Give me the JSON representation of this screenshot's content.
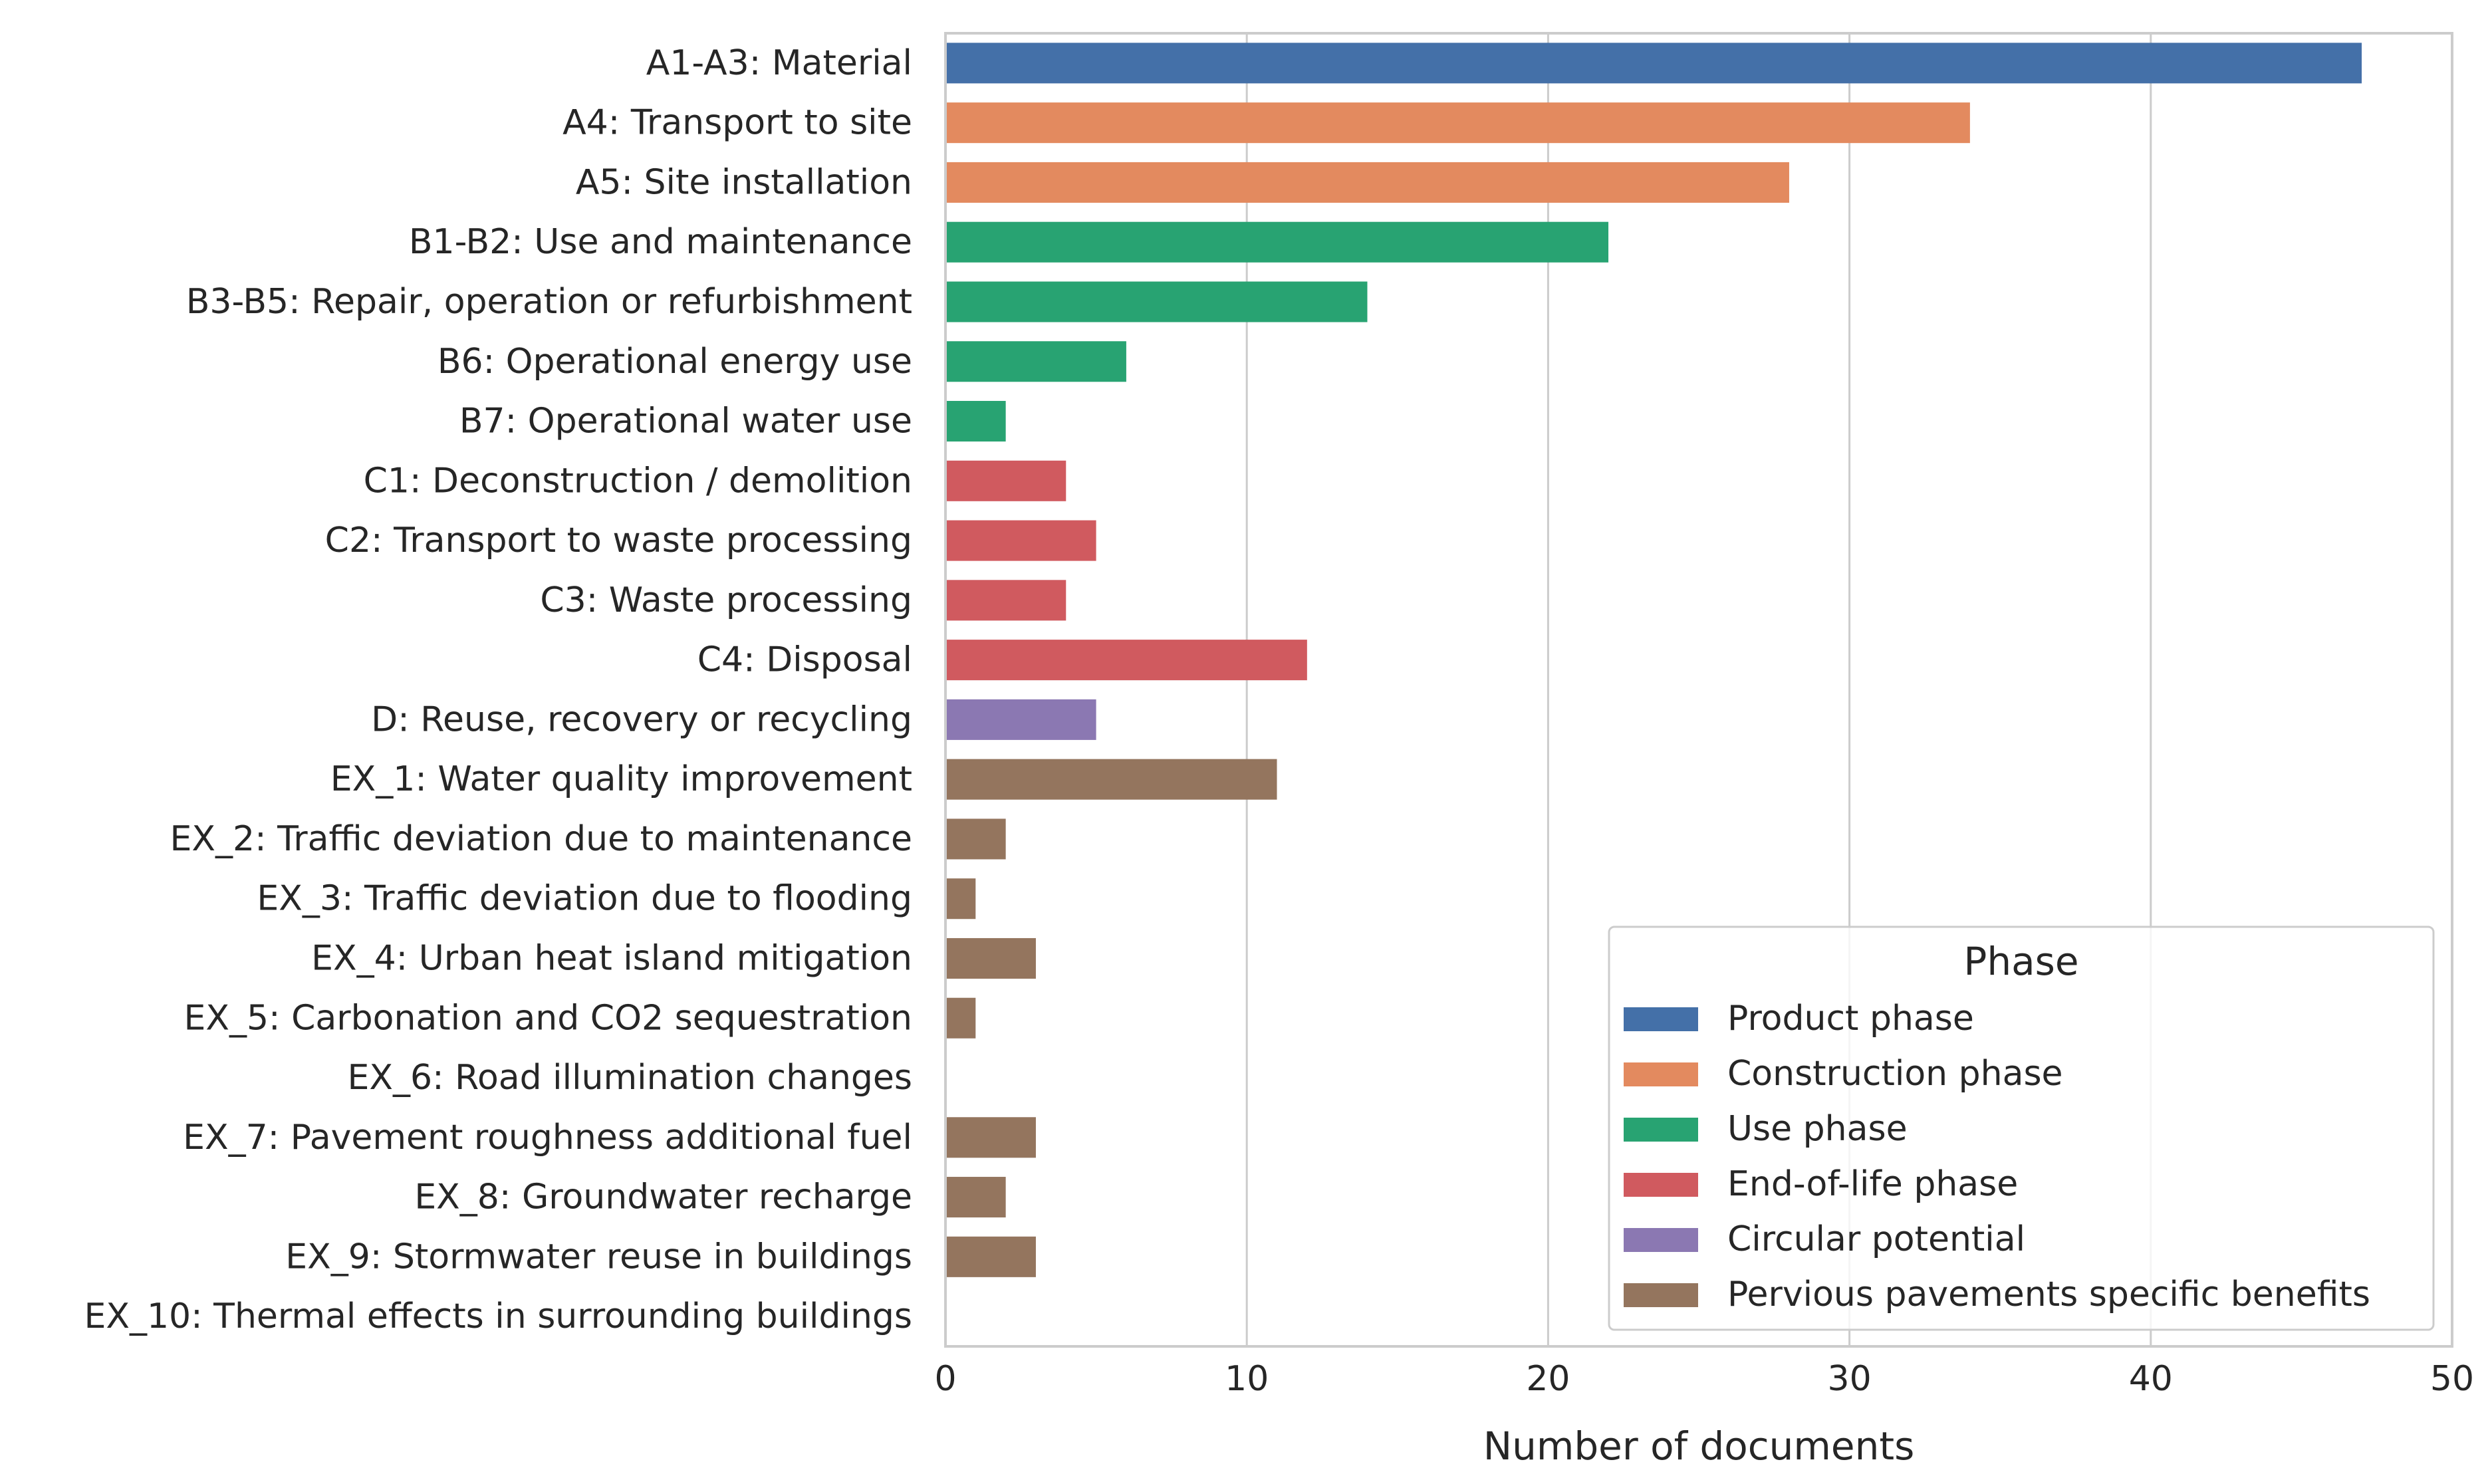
{
  "chart_data": {
    "type": "bar",
    "orientation": "horizontal",
    "title": "",
    "xlabel": "Number of documents",
    "ylabel": "",
    "xlim": [
      0,
      50
    ],
    "xticks": [
      0,
      10,
      20,
      30,
      40,
      50
    ],
    "grid": "vertical",
    "categories": [
      "A1-A3: Material",
      "A4: Transport to site",
      "A5: Site installation",
      "B1-B2: Use and maintenance",
      "B3-B5: Repair, operation or refurbishment",
      "B6: Operational energy use",
      "B7: Operational water use",
      "C1: Deconstruction / demolition",
      "C2: Transport to waste processing",
      "C3: Waste processing",
      "C4: Disposal",
      "D: Reuse, recovery or recycling",
      "EX_1: Water quality improvement",
      "EX_2: Traffic deviation due to maintenance",
      "EX_3: Traffic deviation due to flooding",
      "EX_4: Urban heat island mitigation",
      "EX_5: Carbonation and CO2 sequestration",
      "EX_6: Road illumination changes",
      "EX_7: Pavement roughness additional fuel",
      "EX_8: Groundwater recharge",
      "EX_9: Stormwater reuse in buildings",
      "EX_10: Thermal effects in surrounding buildings"
    ],
    "values": [
      47,
      34,
      28,
      22,
      14,
      6,
      2,
      4,
      5,
      4,
      12,
      5,
      11,
      2,
      1,
      3,
      1,
      0,
      3,
      2,
      3,
      0
    ],
    "phase_index": [
      0,
      1,
      1,
      2,
      2,
      2,
      2,
      3,
      3,
      3,
      3,
      4,
      5,
      5,
      5,
      5,
      5,
      5,
      5,
      5,
      5,
      5
    ],
    "legend": {
      "title": "Phase",
      "placement": "lower-right",
      "items": [
        {
          "name": "Product phase",
          "color": "#4470a8"
        },
        {
          "name": "Construction phase",
          "color": "#e38a5f"
        },
        {
          "name": "Use phase",
          "color": "#28a372"
        },
        {
          "name": "End-of-life phase",
          "color": "#d05a5f"
        },
        {
          "name": "Circular potential",
          "color": "#8b78b2"
        },
        {
          "name": "Pervious pavements specific benefits",
          "color": "#94755e"
        }
      ]
    }
  }
}
